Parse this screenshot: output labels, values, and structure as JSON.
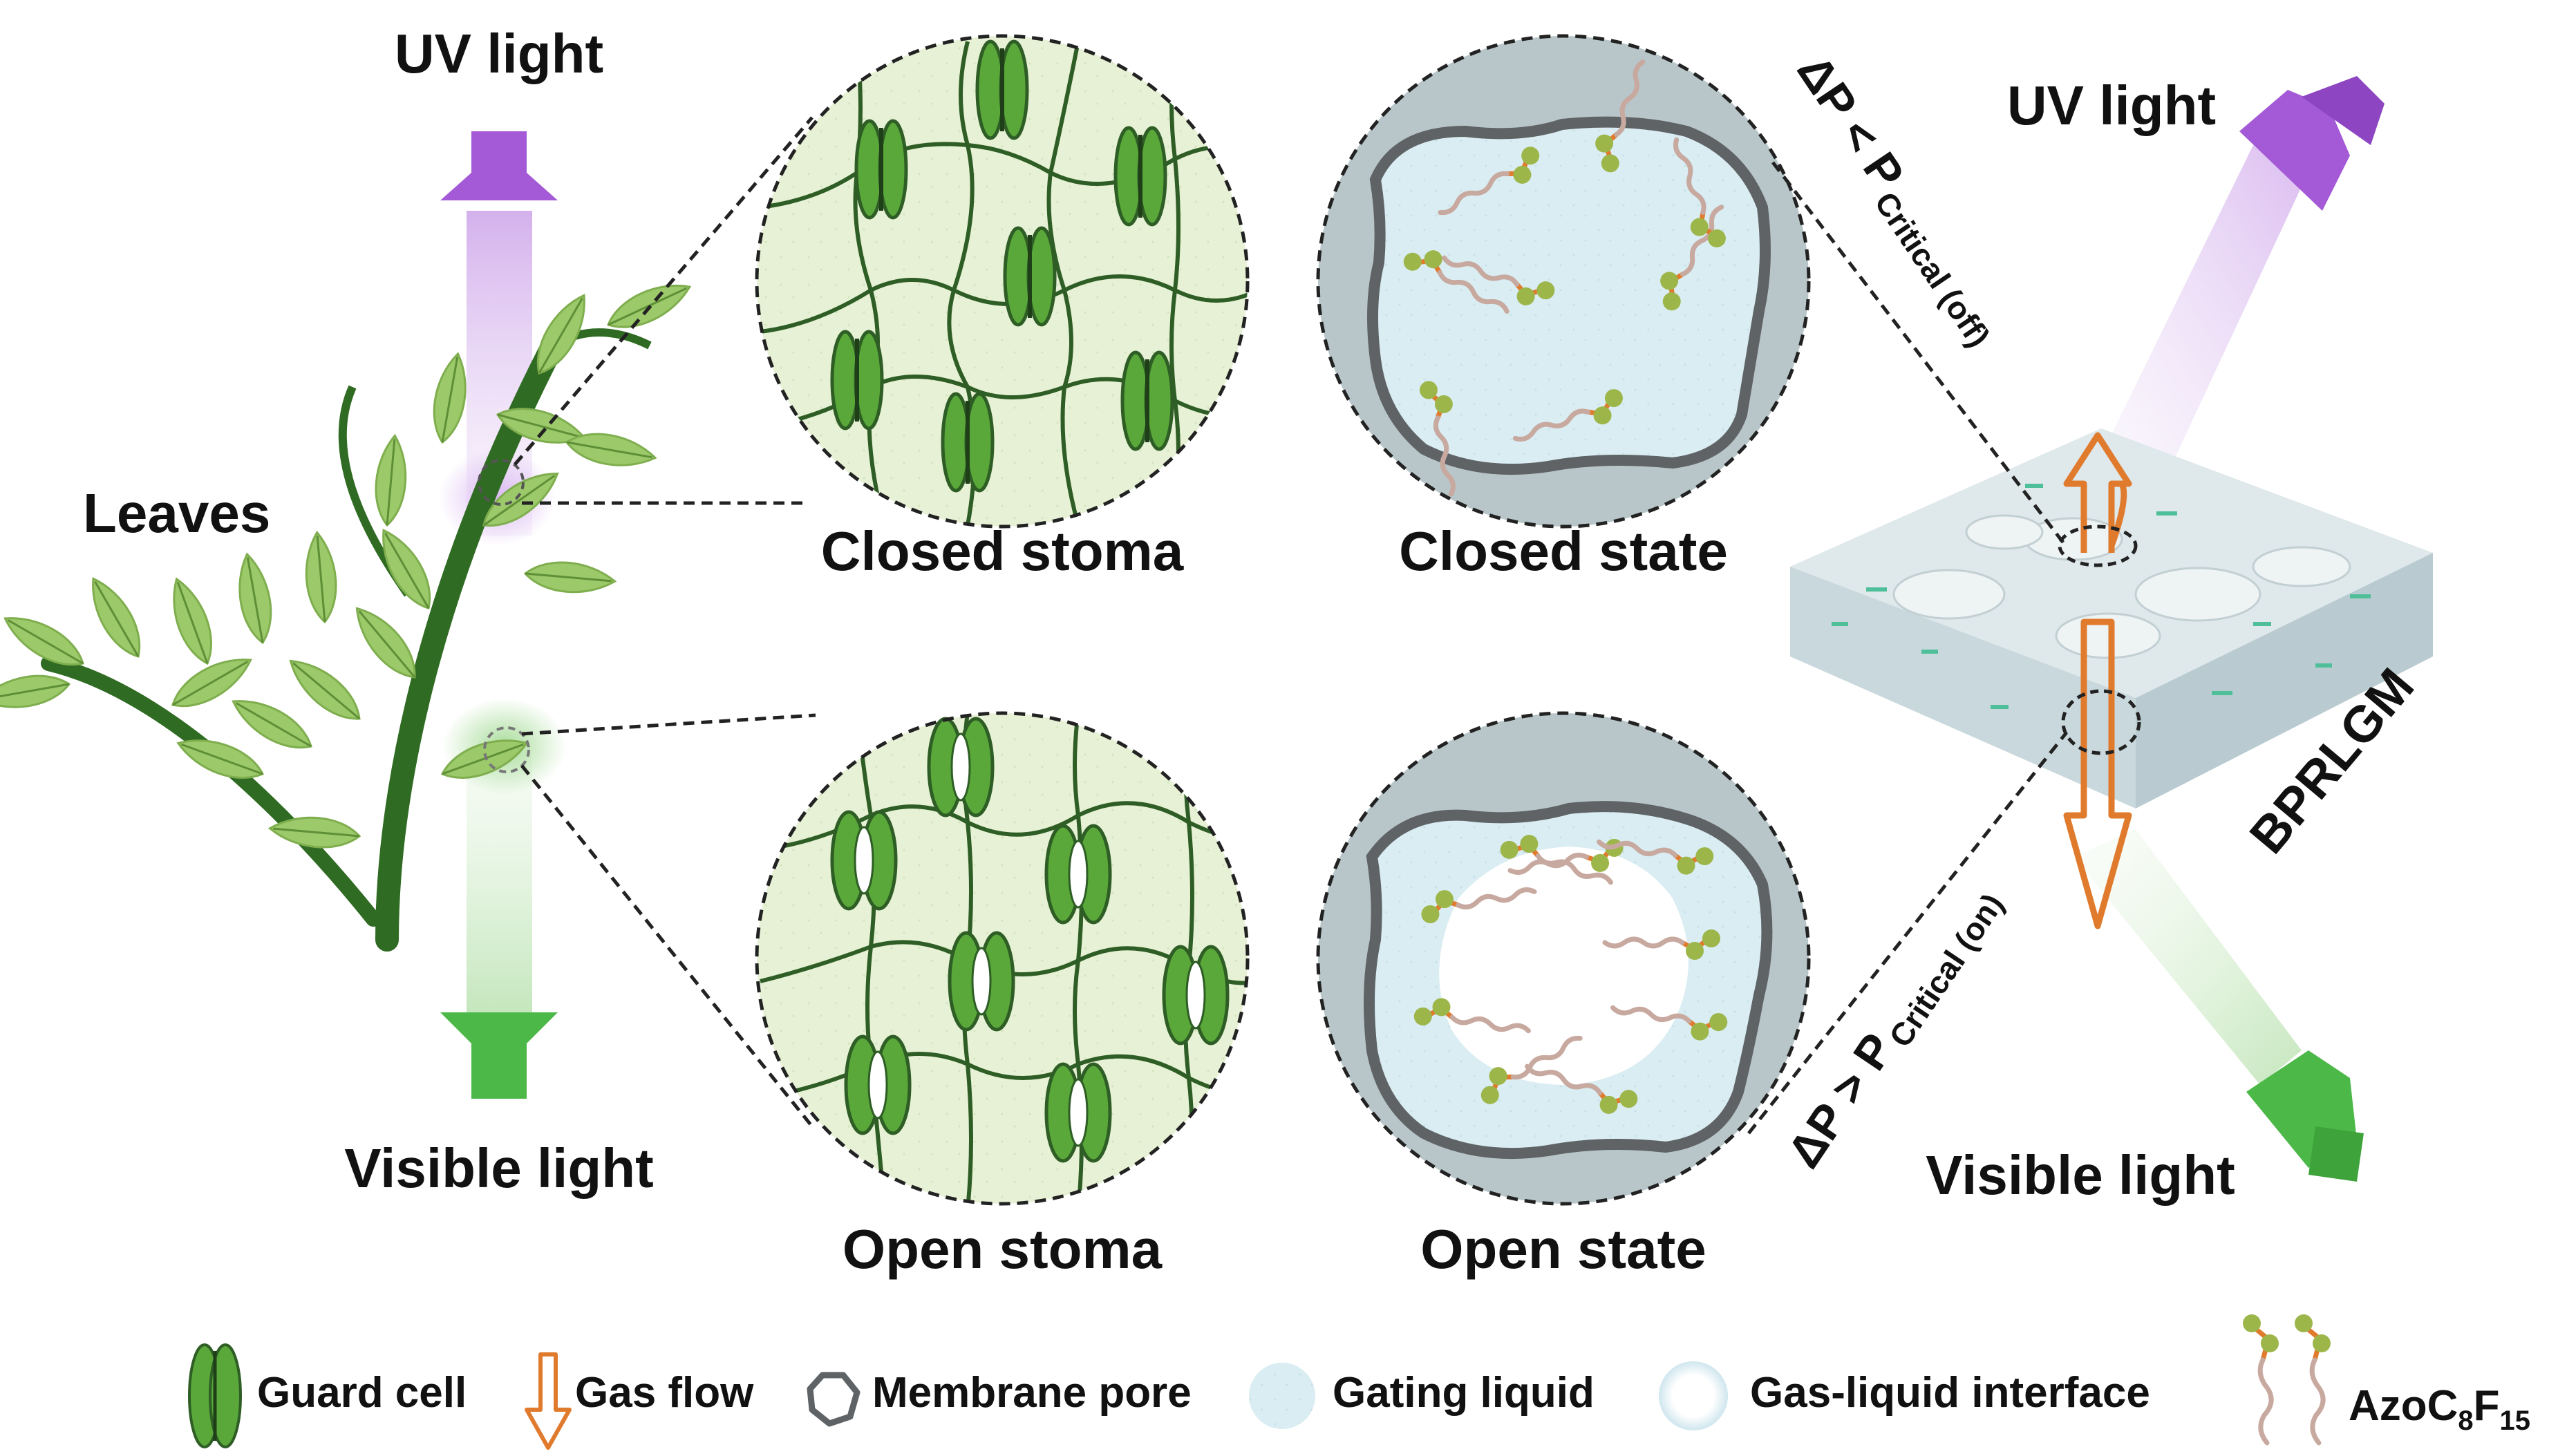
{
  "labels": {
    "uv_light_left": "UV light",
    "visible_light_left": "Visible light",
    "leaves": "Leaves",
    "closed_stoma": "Closed stoma",
    "open_stoma": "Open stoma",
    "closed_state": "Closed state",
    "open_state": "Open state",
    "uv_light_right": "UV light",
    "visible_light_right": "Visible light",
    "membrane": "BPRLGM",
    "pressure_off_main": "ΔP < P",
    "pressure_off_sub": "Critical (off)",
    "pressure_on_main": "ΔP > P",
    "pressure_on_sub": "Critical (on)"
  },
  "legend": {
    "guard_cell": "Guard cell",
    "gas_flow": "Gas flow",
    "membrane_pore": "Membrane pore",
    "gating_liquid": "Gating liquid",
    "gas_liquid_interface": "Gas-liquid interface",
    "azo_base": "AzoC",
    "azo_sub1": "8",
    "azo_mid": "F",
    "azo_sub2": "15"
  },
  "colors": {
    "uv": "#a45ad6",
    "visible": "#4cb848",
    "leaf": "#9cc96a",
    "stem": "#2f6b22",
    "guard_cell": "#5aa83a",
    "gating_liquid": "#d8ecf1",
    "pore_wall": "#5f6366",
    "gas_flow": "#e07b2e",
    "azo_head": "#9db64a",
    "azo_tail": "#c8a9a0"
  }
}
